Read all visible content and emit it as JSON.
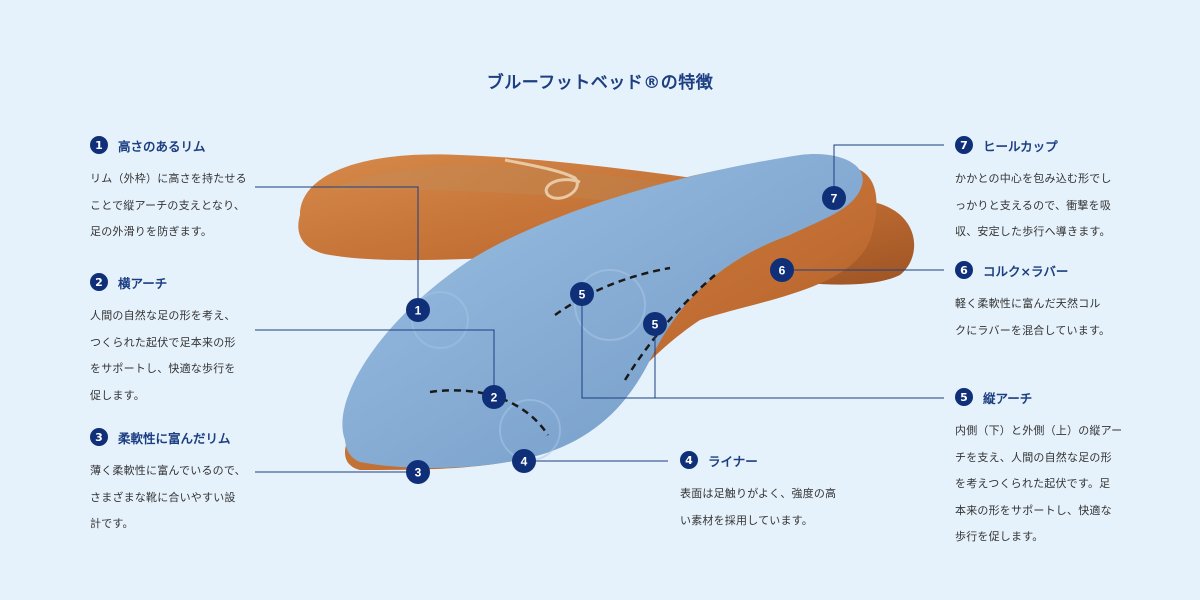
{
  "title": "ブルーフットベッド®の特徴",
  "features": [
    {
      "num": "1",
      "name": "高さのあるリム",
      "desc": "リム（外枠）に高さを持たせる\nことで縦アーチの支えとなり、\n足の外滑りを防ぎます。"
    },
    {
      "num": "2",
      "name": "横アーチ",
      "desc": "人間の自然な足の形を考え、\nつくられた起伏で足本来の形\nをサポートし、快適な歩行を\n促します。"
    },
    {
      "num": "3",
      "name": "柔軟性に富んだリム",
      "desc": "薄く柔軟性に富んでいるので、\nさまざまな靴に合いやすい設\n計です。"
    },
    {
      "num": "4",
      "name": "ライナー",
      "desc": "表面は足触りがよく、強度の高\nい素材を採用しています。"
    },
    {
      "num": "5",
      "name": "縦アーチ",
      "desc": "内側（下）と外側（上）の縦アー\nチを支え、人間の自然な足の形\nを考えつくられた起伏です。足\n本来の形をサポートし、快適な\n歩行を促します。"
    },
    {
      "num": "6",
      "name": "コルク×ラバー",
      "desc": "軽く柔軟性に富んだ天然コル\nクにラバーを混合しています。"
    },
    {
      "num": "7",
      "name": "ヒールカップ",
      "desc": "かかとの中心を包み込む形でし\nっかりと支えるので、衝撃を吸\n収、安定した歩行へ導きます。"
    }
  ],
  "markers": [
    "1",
    "2",
    "3",
    "4",
    "5",
    "5",
    "6",
    "7"
  ],
  "colors": {
    "badge": "#0f2f78",
    "title": "#1c3f82",
    "background": "#e6f2fb",
    "cork": "#c7743a",
    "liner": "#86aed6"
  }
}
